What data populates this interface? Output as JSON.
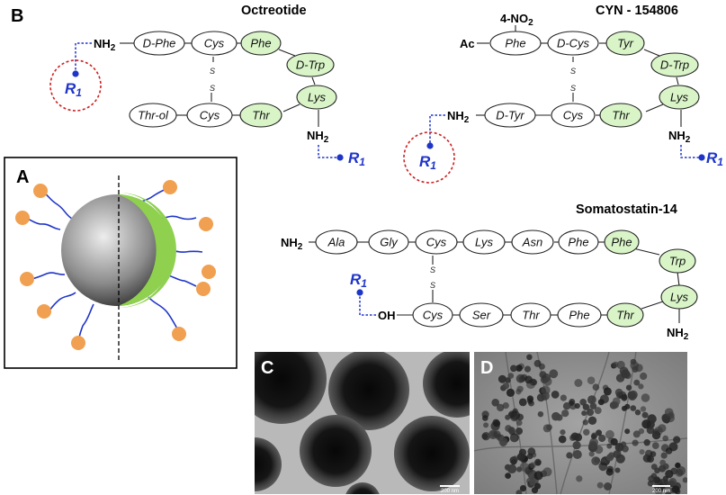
{
  "panel_labels": {
    "a": "A",
    "b": "B",
    "c": "C",
    "d": "D"
  },
  "octreotide": {
    "title": "Octreotide",
    "nh2_left": "NH",
    "nh2_bottom": "NH",
    "residues": [
      "D-Phe",
      "Cys",
      "Phe",
      "D-Trp",
      "Lys",
      "Thr",
      "Cys",
      "Thr-ol"
    ],
    "r1": "R"
  },
  "cyn": {
    "title": "CYN - 154806",
    "no2": "4-NO",
    "ac": "Ac",
    "nh2_left": "NH",
    "nh2_bottom": "NH",
    "residues": [
      "Phe",
      "D-Cys",
      "Tyr",
      "D-Trp",
      "Lys",
      "Thr",
      "Cys",
      "D-Tyr"
    ],
    "r1_circle": "R",
    "r1_right": "R"
  },
  "somatostatin": {
    "title": "Somatostatin-14",
    "nh2_left": "NH",
    "oh": "OH",
    "nh2_bottom": "NH",
    "top_row": [
      "Ala",
      "Gly",
      "Cys",
      "Lys",
      "Asn",
      "Phe",
      "Phe"
    ],
    "right_col": [
      "Trp",
      "Lys"
    ],
    "bottom_row": [
      "Cys",
      "Ser",
      "Thr",
      "Phe",
      "Thr"
    ],
    "r1": "R"
  },
  "micrographs": {
    "scale_c": "200 nm",
    "scale_d": "200 nm"
  },
  "colors": {
    "highlight_fill": "#d9f5c8",
    "link_blue": "#1f35c8",
    "circle_red": "#cc2222",
    "ligand_orange": "#f0a050",
    "coating_green": "#8fd14f"
  }
}
